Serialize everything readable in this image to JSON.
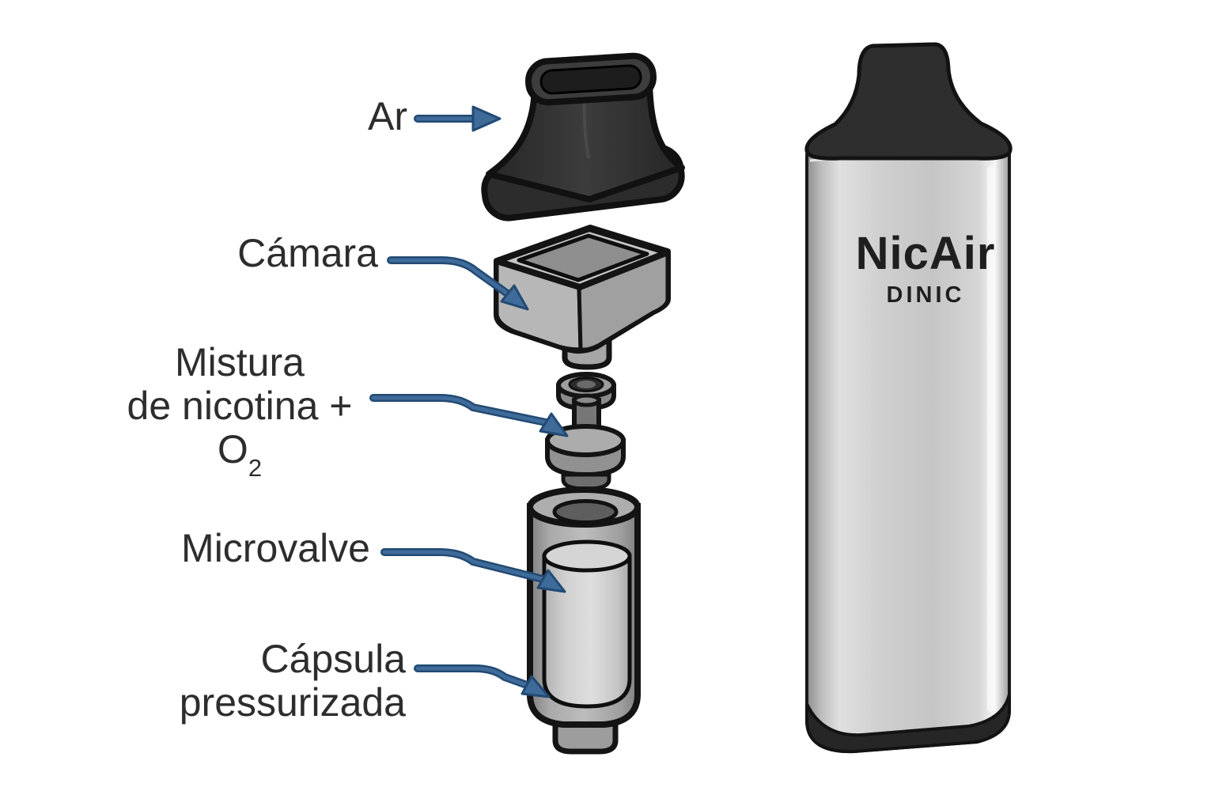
{
  "annotations": {
    "air": {
      "text": "Ar"
    },
    "chamber": {
      "text": "Cámara"
    },
    "mixture": {
      "line1": "Mistura",
      "line2": "de nicotina + O",
      "subscript": "2"
    },
    "microvalve": {
      "text": "Microvalve"
    },
    "capsule": {
      "line1": "Cápsula",
      "line2": "pressurizada"
    }
  },
  "device": {
    "brand": "NicAir",
    "model": "DINIC"
  },
  "colors": {
    "background": "#ffffff",
    "label_text": "#2d2d2d",
    "arrow_fill": "#3e6b9a",
    "arrow_outline": "#234a73",
    "dark_plastic": "#2f2f2f",
    "metal_gray": "#b5b5b5",
    "outline": "#141414"
  }
}
